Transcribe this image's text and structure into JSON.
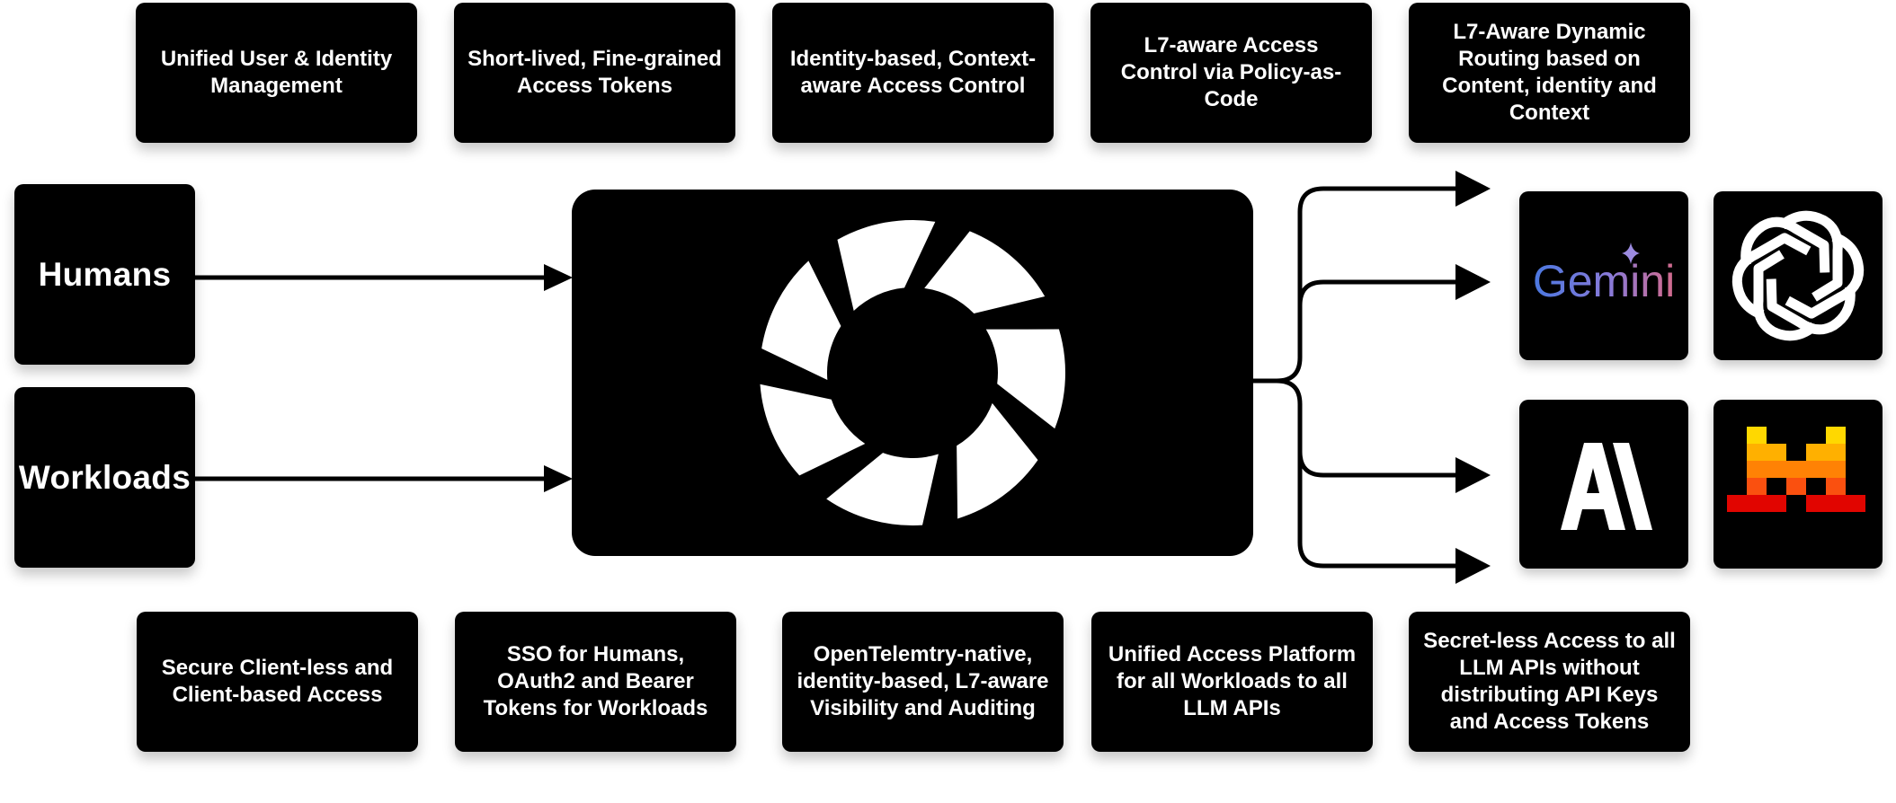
{
  "features_top": [
    {
      "label": "Unified User & Identity Management"
    },
    {
      "label": "Short-lived, Fine-grained Access Tokens"
    },
    {
      "label": "Identity-based, Context-aware Access Control"
    },
    {
      "label": "L7-aware Access Control via Policy-as-Code"
    },
    {
      "label": "L7-Aware Dynamic Routing based on Content, identity and Context"
    }
  ],
  "features_bottom": [
    {
      "label": "Secure Client-less and Client-based Access"
    },
    {
      "label": "SSO for Humans, OAuth2 and Bearer Tokens for Workloads"
    },
    {
      "label": "OpenTelemtry-native, identity-based, L7-aware Visibility and Auditing"
    },
    {
      "label": "Unified Access Platform for all Workloads to all LLM APIs"
    },
    {
      "label": "Secret-less Access to all LLM APIs without distributing API Keys and Access Tokens"
    }
  ],
  "actors": {
    "humans": "Humans",
    "workloads": "Workloads"
  },
  "providers": {
    "gemini": {
      "wordmark": "Gemini",
      "icon": "gemini-logo"
    },
    "openai": {
      "icon": "openai-logo"
    },
    "anthropic": {
      "icon": "anthropic-logo"
    },
    "mistral": {
      "icon": "mistral-logo"
    }
  },
  "hub": {
    "icon": "access-platform-logo"
  },
  "colors": {
    "card_bg": "#000000",
    "card_text": "#ffffff",
    "background": "#ffffff",
    "gemini_gradient_start": "#4a78e0",
    "gemini_gradient_end": "#d46b8c",
    "mistral_yellow": "#ffd800",
    "mistral_orange": "#ff8205",
    "mistral_red": "#e10500"
  }
}
